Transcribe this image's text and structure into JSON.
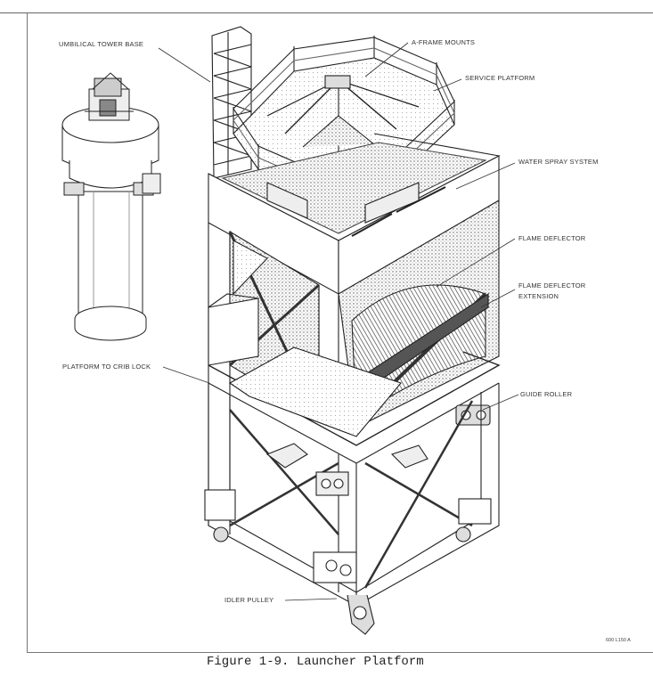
{
  "figure": {
    "caption": "Figure 1-9.  Launcher Platform",
    "drawing_code": "600 L150 A"
  },
  "callouts": {
    "umbilical_tower_base": "UMBILICAL TOWER BASE",
    "a_frame_mounts": "A-FRAME MOUNTS",
    "service_platform": "SERVICE PLATFORM",
    "water_spray_system": "WATER SPRAY SYSTEM",
    "flame_deflector": "FLAME DEFLECTOR",
    "flame_deflector_extension_1": "FLAME DEFLECTOR",
    "flame_deflector_extension_2": "EXTENSION",
    "platform_to_crib_lock": "PLATFORM TO CRIB LOCK",
    "guide_roller": "GUIDE ROLLER",
    "idler_pulley": "IDLER PULLEY"
  }
}
